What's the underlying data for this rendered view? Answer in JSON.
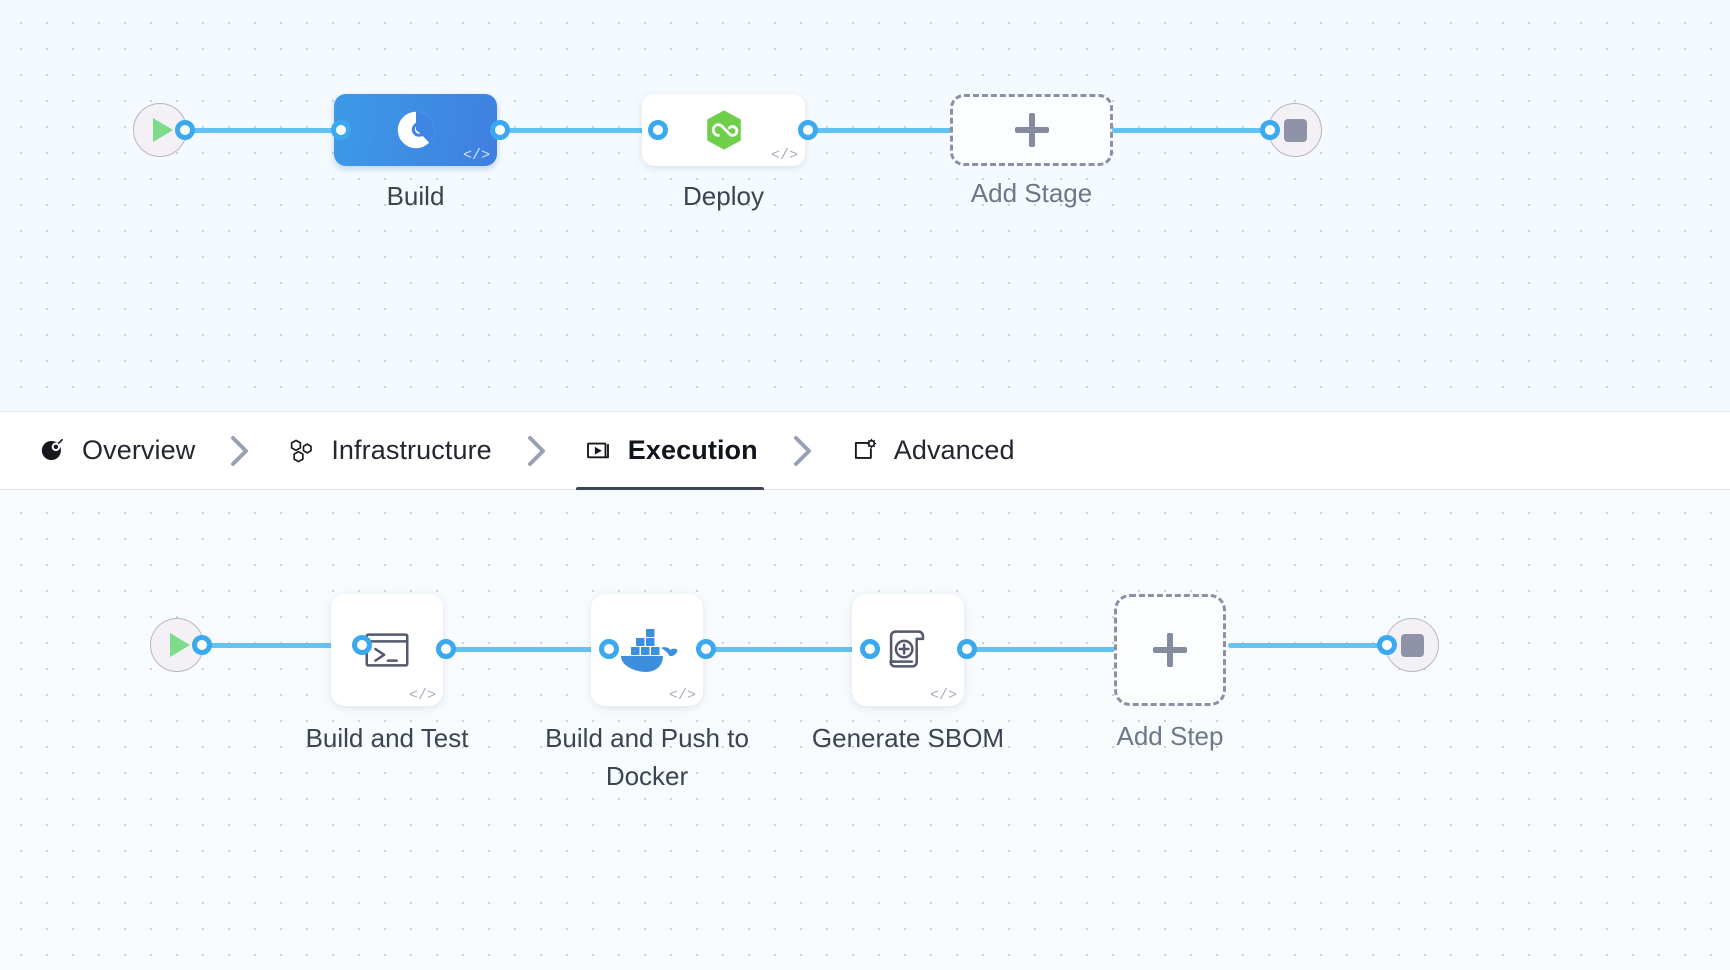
{
  "pipeline": {
    "top_graph": {
      "start_node": {
        "name": "start-node",
        "icon": "play-icon"
      },
      "end_node": {
        "name": "end-node",
        "icon": "stop-icon"
      },
      "nodes": [
        {
          "id": "build",
          "label": "Build",
          "icon": "ci-build-icon",
          "selected": true,
          "badge": "</>"
        },
        {
          "id": "deploy",
          "label": "Deploy",
          "icon": "cd-deploy-icon",
          "selected": false,
          "badge": "</>"
        },
        {
          "id": "add-stage",
          "label": "Add Stage",
          "icon": "plus-icon",
          "selected": false,
          "badge": ""
        }
      ]
    },
    "tabs": [
      {
        "id": "overview",
        "label": "Overview",
        "icon": "overview-icon",
        "active": false
      },
      {
        "id": "infrastructure",
        "label": "Infrastructure",
        "icon": "infrastructure-icon",
        "active": false
      },
      {
        "id": "execution",
        "label": "Execution",
        "icon": "execution-icon",
        "active": true
      },
      {
        "id": "advanced",
        "label": "Advanced",
        "icon": "advanced-icon",
        "active": false
      }
    ],
    "tab_separator": "chevron-right-icon",
    "bottom_graph": {
      "start_node": {
        "name": "start-node",
        "icon": "play-icon"
      },
      "end_node": {
        "name": "end-node",
        "icon": "stop-icon"
      },
      "steps": [
        {
          "id": "build-and-test",
          "label": "Build and Test",
          "icon": "terminal-icon",
          "badge": "</>"
        },
        {
          "id": "build-push-docker",
          "label": "Build and Push to Docker",
          "icon": "docker-icon",
          "badge": "</>"
        },
        {
          "id": "generate-sbom",
          "label": "Generate SBOM",
          "icon": "sbom-scroll-icon",
          "badge": "</>"
        },
        {
          "id": "add-step",
          "label": "Add Step",
          "icon": "plus-icon",
          "badge": ""
        }
      ]
    }
  },
  "colors": {
    "edge": "#64c2f3",
    "port_ring": "#3aa9f0",
    "selected_stage": "#3f86e4",
    "cd_green": "#6fcf4a",
    "docker_blue": "#3d8fdd",
    "canvas_bg": "#f4fafe",
    "active_tab_underline": "#3d4657"
  }
}
